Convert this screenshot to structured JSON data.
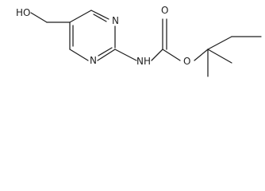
{
  "molecule": {
    "atoms": {
      "hydroxyl": "HO",
      "ring_nitrogen_top": "N",
      "ring_nitrogen_bottom": "N",
      "carbonyl_oxygen": "O",
      "ester_oxygen": "O",
      "amine_nh": "NH"
    }
  }
}
